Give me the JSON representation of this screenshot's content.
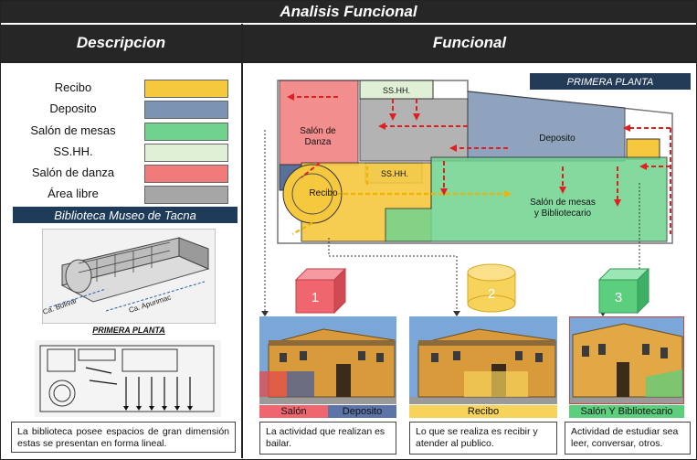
{
  "header": {
    "title": "Analisis Funcional",
    "col_left": "Descripcion",
    "col_right": "Funcional"
  },
  "legend": [
    {
      "label": "Recibo",
      "color": "#f6c83e"
    },
    {
      "label": "Deposito",
      "color": "#7d93b3"
    },
    {
      "label": "Salón de mesas",
      "color": "#6fd38f"
    },
    {
      "label": "SS.HH.",
      "color": "#dff0d6"
    },
    {
      "label": "Salón de danza",
      "color": "#f17b7b"
    },
    {
      "label": "Área libre",
      "color": "#a6a6a6"
    }
  ],
  "left": {
    "subtitle": "Biblioteca  Museo de Tacna",
    "street_1": "Ca. Bolivar",
    "street_2": "Ca. Apurimac",
    "plan_label": "PRIMERA PLANTA",
    "description": "La biblioteca posee espacios de gran dimensión estas se presentan en forma lineal."
  },
  "plan": {
    "tag": "PRIMERA PLANTA",
    "rooms": {
      "ss1": "SS.HH.",
      "danza": "Salón de Danza",
      "deposito": "Deposito",
      "ss2": "SS.HH.",
      "recibo": "Recibo",
      "mesas": "Salón de mesas y Bibliotecario"
    }
  },
  "blocks": [
    {
      "number": "1",
      "color": "#f0666f"
    },
    {
      "number": "2",
      "color": "#f6d35a"
    },
    {
      "number": "3",
      "color": "#5ccf7f"
    }
  ],
  "photos": [
    {
      "captions": [
        "Salón",
        "Deposito"
      ],
      "text": "La actividad que realizan es bailar."
    },
    {
      "captions": [
        "Recibo"
      ],
      "text": "Lo que se realiza es  recibir y atender al publico."
    },
    {
      "captions": [
        "Salón Y Bibliotecario"
      ],
      "text": "Actividad de estudiar sea leer, conversar, otros."
    }
  ]
}
